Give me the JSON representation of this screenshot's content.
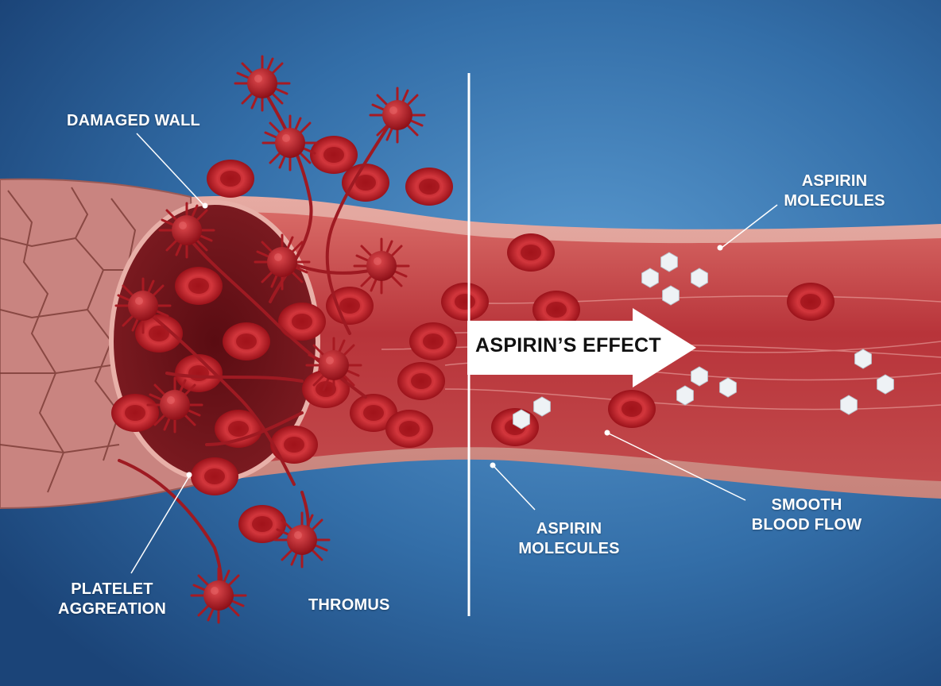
{
  "labels": {
    "damaged_wall": "DAMAGED WALL",
    "platelet_aggregation": [
      "PLATELET",
      "AGGREATION"
    ],
    "thrombus": "THROMUS",
    "aspirin_top": [
      "ASPIRIN",
      "MOLECULES"
    ],
    "aspirin_bottom": [
      "ASPIRIN",
      "MOLECULES"
    ],
    "smooth_flow": [
      "SMOOTH",
      "BLOOD FLOW"
    ],
    "arrow": "ASPIRIN’S EFFECT"
  },
  "colors": {
    "background_dark": "#1f4f86",
    "background_light": "#4f90c8",
    "vessel_wall": "#c98a84",
    "vessel_lumen": "#b0383e",
    "blood_cell": "#c4242c",
    "platelet": "#b3202a",
    "aspirin": "#e9eef2",
    "divider": "#ffffff",
    "arrow": "#ffffff"
  }
}
